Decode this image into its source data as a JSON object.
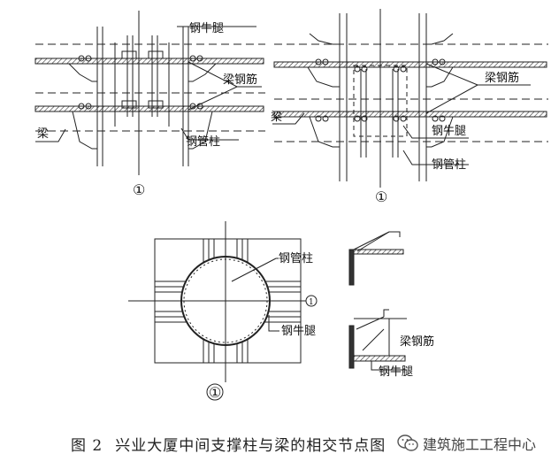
{
  "labels": {
    "bracket_top_left": "钢牛腿",
    "beam_rebar_top_left": "梁钢筋",
    "beam_left": "梁",
    "steel_tube_top_left": "钢管柱",
    "axis_top_left": "①",
    "beam_rebar_top_right": "梁钢筋",
    "beam_top_right": "梁",
    "bracket_top_right": "钢牛腿",
    "steel_tube_top_right": "钢管柱",
    "axis_top_right": "①",
    "steel_tube_plan": "钢管柱",
    "bracket_plan": "钢牛腿",
    "axis_plan_bottom": "①",
    "axis_plan_right": "1",
    "beam_rebar_detail": "梁钢筋",
    "bracket_detail": "钢牛腿"
  },
  "caption": {
    "figure_no": "图 2",
    "title": "兴业大厦中间支撑柱与梁的相交节点图"
  },
  "watermark": {
    "text": "建筑施工工程中心",
    "icon": "wechat-logo-icon"
  }
}
